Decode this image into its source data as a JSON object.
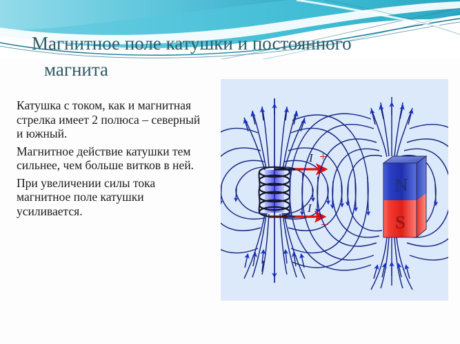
{
  "slide": {
    "title_line1": "Магнитное поле катушки и постоянного",
    "title_line2": "магнита",
    "title_color": "#2d5a66",
    "background_color": "#fdfdfd"
  },
  "header": {
    "wave_colors": [
      "#7fd4e3",
      "#3fbcd4",
      "#1b8fa8",
      "#2e7f93",
      "#ffffff"
    ]
  },
  "body": {
    "paragraphs": [
      "Катушка с током, как и магнитная стрелка имеет 2 полюса – северный и южный.",
      "Магнитное действие катушки тем сильнее, чем больше витков в ней.",
      "При увеличении силы тока магнитное поле катушки усиливается."
    ],
    "text_color": "#1b1b1b"
  },
  "panel": {
    "background_color": "#dce9fb",
    "field_line_color": "#13257f",
    "arrow_color": "#1530d0"
  },
  "coil_diagram": {
    "name": "current-carrying-coil",
    "turns": 7,
    "wire_color": "#15152e",
    "winding_color": "#2a2aa8",
    "lead_arrow_color": "#e01010",
    "labels": [
      {
        "id": "current-top",
        "symbol": "I",
        "sign": "+"
      },
      {
        "id": "current-bottom",
        "symbol": "I",
        "sign": "–"
      }
    ],
    "symbol_color": "#101a4a",
    "sign_color": "#e01010"
  },
  "magnet_diagram": {
    "name": "bar-magnet",
    "north_label": "N",
    "south_label": "S",
    "north_color": "#2b3fc4",
    "south_color": "#f23a32",
    "label_color_north": "#22307f",
    "label_color_south": "#9e1712",
    "top_face_color": "#5a74d8",
    "side_face_color": "#4356c0"
  }
}
